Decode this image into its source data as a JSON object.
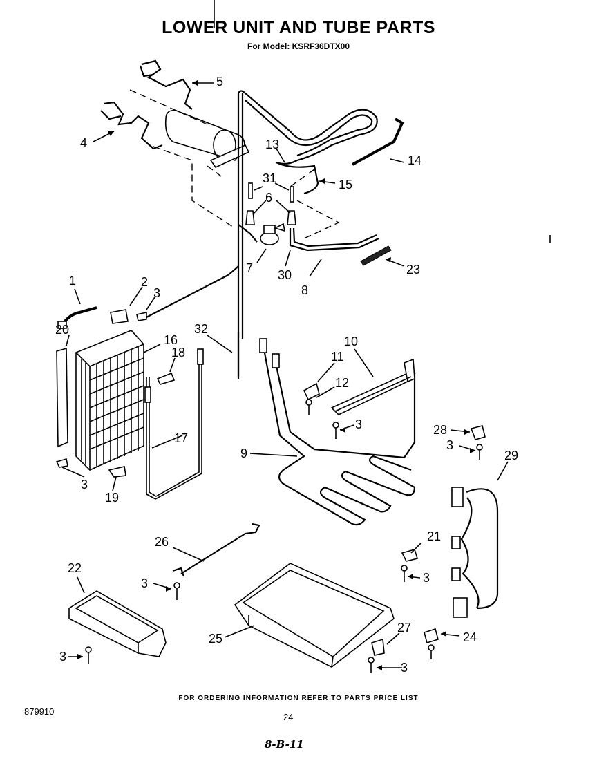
{
  "header": {
    "title": "LOWER UNIT AND TUBE PARTS",
    "model": "For Model: KSRF36DTX00"
  },
  "callouts": {
    "c1": "1",
    "c2": "2",
    "c3": "3",
    "c4": "4",
    "c5": "5",
    "c6": "6",
    "c7": "7",
    "c8": "8",
    "c9": "9",
    "c10": "10",
    "c11": "11",
    "c12": "12",
    "c13": "13",
    "c14": "14",
    "c15": "15",
    "c16": "16",
    "c17": "17",
    "c18": "18",
    "c19": "19",
    "c20": "20",
    "c21": "21",
    "c22": "22",
    "c23": "23",
    "c24": "24",
    "c25": "25",
    "c26": "26",
    "c27": "27",
    "c28": "28",
    "c29": "29",
    "c30": "30",
    "c31": "31",
    "c32": "32"
  },
  "footer": {
    "ordering_note": "FOR ORDERING INFORMATION REFER TO PARTS PRICE LIST",
    "doc_number": "879910",
    "page_number": "24",
    "handwritten_note": "8-B-11"
  }
}
